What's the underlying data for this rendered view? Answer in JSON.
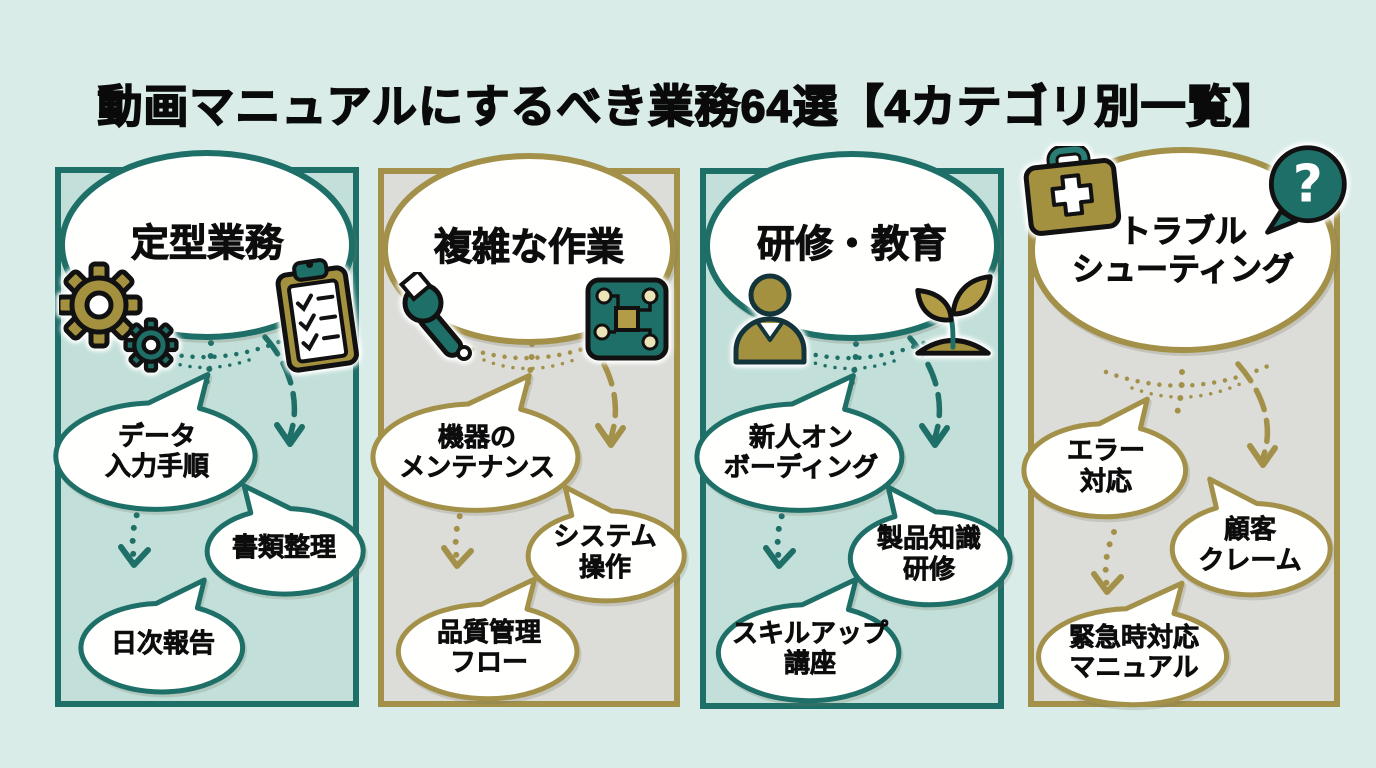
{
  "title": "動画マニュアルにするべき業務64選【4カテゴリ別一覧】",
  "palette": {
    "teal": "#1e6f67",
    "gold": "#a3914a",
    "panel_teal_fill": "#c2dfd9",
    "panel_gray_fill": "#dcdcd8",
    "background": "#d9ece8",
    "bubble_fill": "#fffffd",
    "text": "#0d0d0d",
    "icon_gold": "#a3913f"
  },
  "columns": [
    {
      "label": "定型業務",
      "theme": "teal",
      "icons": [
        "gears-icon",
        "clipboard-icon"
      ],
      "items": [
        {
          "label": "データ\n入力手順"
        },
        {
          "label": "書類整理"
        },
        {
          "label": "日次報告"
        }
      ]
    },
    {
      "label": "複雑な作業",
      "theme": "gold",
      "icons": [
        "wrench-icon",
        "circuit-board-icon"
      ],
      "items": [
        {
          "label": "機器の\nメンテナンス"
        },
        {
          "label": "システム\n操作"
        },
        {
          "label": "品質管理\nフロー"
        }
      ]
    },
    {
      "label": "研修・教育",
      "theme": "teal",
      "icons": [
        "person-icon",
        "sprout-icon"
      ],
      "items": [
        {
          "label": "新人オン\nボーディング"
        },
        {
          "label": "製品知識\n研修"
        },
        {
          "label": "スキルアップ\n講座"
        }
      ]
    },
    {
      "label": "トラブル\nシューティング",
      "theme": "gold",
      "icons": [
        "first-aid-kit-icon",
        "question-icon"
      ],
      "items": [
        {
          "label": "エラー\n対応"
        },
        {
          "label": "顧客\nクレーム"
        },
        {
          "label": "緊急時対応\nマニュアル"
        }
      ]
    }
  ]
}
